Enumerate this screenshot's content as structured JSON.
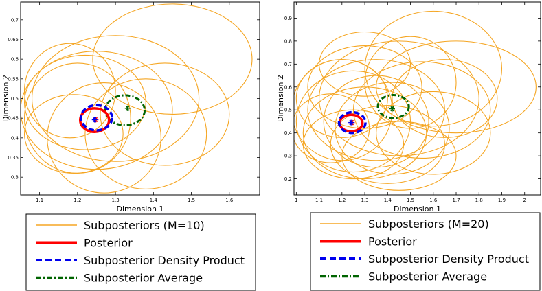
{
  "colors": {
    "subposterior": "#f5a623",
    "posterior": "#ff0000",
    "density_product": "#0000ee",
    "average": "#006400"
  },
  "chart_data": [
    {
      "type": "contour",
      "xlabel": "Dimension 1",
      "ylabel": "Dimension 2",
      "xlim": [
        1.05,
        1.68
      ],
      "ylim": [
        0.255,
        0.745
      ],
      "xticks": [
        "1.1",
        "1.2",
        "1.3",
        "1.4",
        "1.5",
        "1.6"
      ],
      "yticks": [
        "0.3",
        "0.35",
        "0.4",
        "0.45",
        "0.5",
        "0.55",
        "0.6",
        "0.65",
        "0.7"
      ],
      "grid": false,
      "legend_placement": "below",
      "legend": [
        {
          "label": "Subposteriors (M=10)",
          "style": "solid-thin",
          "color": "subposterior"
        },
        {
          "label": "Posterior",
          "style": "solid-thick",
          "color": "posterior"
        },
        {
          "label": "Subposterior Density Product",
          "style": "dashed",
          "color": "density_product"
        },
        {
          "label": "Subposterior Average",
          "style": "dashdot",
          "color": "average"
        }
      ],
      "subposteriors": [
        {
          "cx": 1.45,
          "cy": 0.6,
          "rx": 0.21,
          "ry": 0.14
        },
        {
          "cx": 1.3,
          "cy": 0.5,
          "rx": 0.22,
          "ry": 0.16
        },
        {
          "cx": 1.25,
          "cy": 0.47,
          "rx": 0.2,
          "ry": 0.15
        },
        {
          "cx": 1.2,
          "cy": 0.45,
          "rx": 0.14,
          "ry": 0.14
        },
        {
          "cx": 1.22,
          "cy": 0.49,
          "rx": 0.16,
          "ry": 0.12
        },
        {
          "cx": 1.18,
          "cy": 0.52,
          "rx": 0.12,
          "ry": 0.12
        },
        {
          "cx": 1.27,
          "cy": 0.4,
          "rx": 0.15,
          "ry": 0.14
        },
        {
          "cx": 1.38,
          "cy": 0.41,
          "rx": 0.16,
          "ry": 0.14
        },
        {
          "cx": 1.43,
          "cy": 0.46,
          "rx": 0.17,
          "ry": 0.13
        },
        {
          "cx": 1.19,
          "cy": 0.41,
          "rx": 0.13,
          "ry": 0.1
        }
      ],
      "posterior": {
        "cx": 1.245,
        "cy": 0.445,
        "rx": 0.038,
        "ry": 0.03,
        "marker": [
          1.248,
          0.446
        ]
      },
      "density_product": {
        "cx": 1.25,
        "cy": 0.451,
        "rx": 0.041,
        "ry": 0.032,
        "marker": [
          1.245,
          0.446
        ]
      },
      "average": {
        "cx": 1.325,
        "cy": 0.47,
        "rx": 0.052,
        "ry": 0.038,
        "marker": [
          1.332,
          0.475
        ]
      }
    },
    {
      "type": "contour",
      "xlabel": "Dimension 1",
      "ylabel": "Dimension 2",
      "xlim": [
        0.99,
        2.07
      ],
      "ylim": [
        0.13,
        0.97
      ],
      "xticks": [
        "1",
        "1.1",
        "1.2",
        "1.3",
        "1.4",
        "1.5",
        "1.6",
        "1.7",
        "1.8",
        "1.9",
        "2"
      ],
      "yticks": [
        "0.2",
        "0.3",
        "0.4",
        "0.5",
        "0.6",
        "0.7",
        "0.8",
        "0.9"
      ],
      "grid": false,
      "legend_placement": "below",
      "legend": [
        {
          "label": "Subposteriors (M=20)",
          "style": "solid-thin",
          "color": "subposterior"
        },
        {
          "label": "Posterior",
          "style": "solid-thick",
          "color": "posterior"
        },
        {
          "label": "Subposterior Density Product",
          "style": "dashed",
          "color": "density_product"
        },
        {
          "label": "Subposterior Average",
          "style": "dashdot",
          "color": "average"
        }
      ],
      "subposteriors": [
        {
          "cx": 1.6,
          "cy": 0.68,
          "rx": 0.3,
          "ry": 0.25
        },
        {
          "cx": 1.7,
          "cy": 0.6,
          "rx": 0.35,
          "ry": 0.2
        },
        {
          "cx": 1.45,
          "cy": 0.55,
          "rx": 0.35,
          "ry": 0.25
        },
        {
          "cx": 1.35,
          "cy": 0.5,
          "rx": 0.3,
          "ry": 0.22
        },
        {
          "cx": 1.25,
          "cy": 0.45,
          "rx": 0.25,
          "ry": 0.22
        },
        {
          "cx": 1.3,
          "cy": 0.4,
          "rx": 0.27,
          "ry": 0.2
        },
        {
          "cx": 1.42,
          "cy": 0.42,
          "rx": 0.25,
          "ry": 0.2
        },
        {
          "cx": 1.55,
          "cy": 0.5,
          "rx": 0.3,
          "ry": 0.21
        },
        {
          "cx": 1.2,
          "cy": 0.55,
          "rx": 0.2,
          "ry": 0.17
        },
        {
          "cx": 1.15,
          "cy": 0.42,
          "rx": 0.17,
          "ry": 0.15
        },
        {
          "cx": 1.3,
          "cy": 0.6,
          "rx": 0.25,
          "ry": 0.18
        },
        {
          "cx": 1.4,
          "cy": 0.35,
          "rx": 0.25,
          "ry": 0.17
        },
        {
          "cx": 1.5,
          "cy": 0.62,
          "rx": 0.2,
          "ry": 0.2
        },
        {
          "cx": 1.25,
          "cy": 0.35,
          "rx": 0.22,
          "ry": 0.15
        },
        {
          "cx": 1.35,
          "cy": 0.45,
          "rx": 0.23,
          "ry": 0.2
        },
        {
          "cx": 1.6,
          "cy": 0.4,
          "rx": 0.25,
          "ry": 0.18
        },
        {
          "cx": 1.45,
          "cy": 0.3,
          "rx": 0.25,
          "ry": 0.15
        },
        {
          "cx": 1.2,
          "cy": 0.5,
          "rx": 0.22,
          "ry": 0.22
        },
        {
          "cx": 1.3,
          "cy": 0.7,
          "rx": 0.2,
          "ry": 0.14
        },
        {
          "cx": 1.65,
          "cy": 0.55,
          "rx": 0.23,
          "ry": 0.17
        }
      ],
      "posterior": {
        "cx": 1.24,
        "cy": 0.443,
        "rx": 0.05,
        "ry": 0.036,
        "marker": [
          1.244,
          0.445
        ]
      },
      "density_product": {
        "cx": 1.245,
        "cy": 0.445,
        "rx": 0.058,
        "ry": 0.045,
        "marker": [
          1.24,
          0.445
        ]
      },
      "average": {
        "cx": 1.425,
        "cy": 0.515,
        "rx": 0.068,
        "ry": 0.05,
        "marker": [
          1.42,
          0.505
        ]
      }
    }
  ]
}
